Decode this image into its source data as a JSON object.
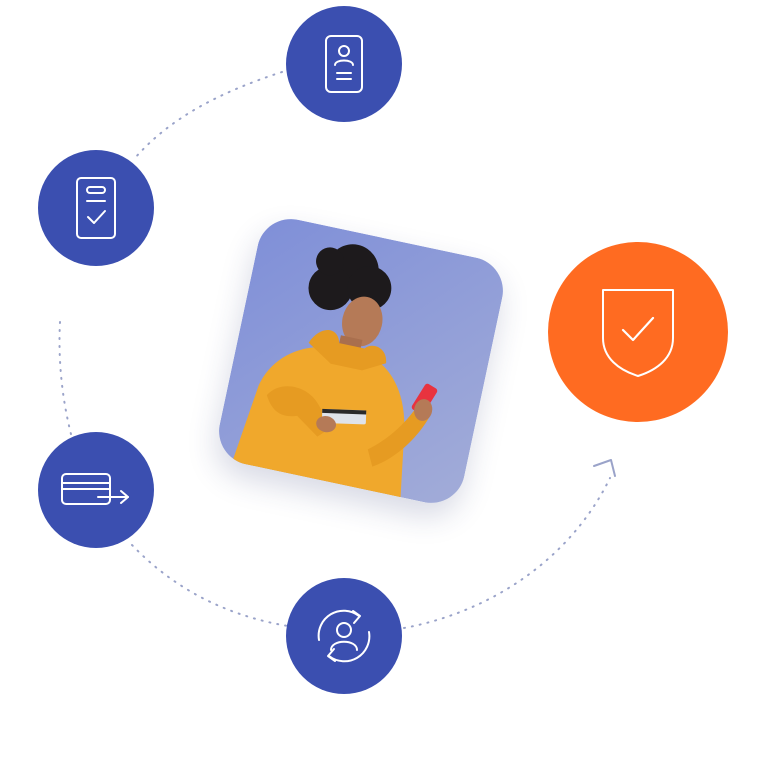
{
  "colors": {
    "primary": "#3b4fb0",
    "accent": "#ff6b21",
    "dotted_line": "#9aa3c9",
    "photo_background": "#8b97d8",
    "hoodie": "#f0a82c",
    "phone": "#e8333f",
    "icon_stroke": "#ffffff"
  },
  "flow": {
    "steps": [
      {
        "id": "identity-card",
        "icon": "id-card-icon"
      },
      {
        "id": "document-check",
        "icon": "document-check-icon"
      },
      {
        "id": "card-transfer",
        "icon": "card-transfer-icon"
      },
      {
        "id": "user-sync",
        "icon": "user-sync-icon"
      }
    ],
    "result": {
      "id": "verified",
      "icon": "shield-check-icon"
    }
  },
  "photo": {
    "subject": "woman-with-phone-and-card"
  }
}
